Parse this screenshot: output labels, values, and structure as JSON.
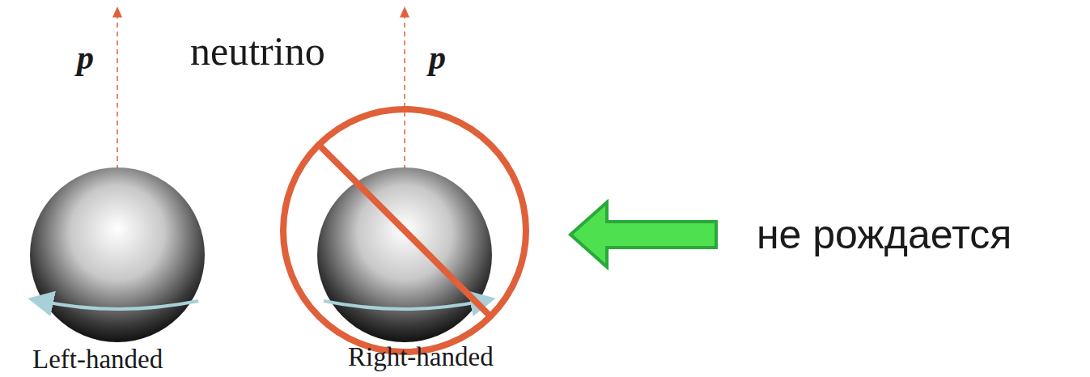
{
  "diagram": {
    "labels": [
      "p",
      "neutrino",
      "p",
      "Left-handed",
      "Right-handed",
      "не рождается"
    ]
  }
}
